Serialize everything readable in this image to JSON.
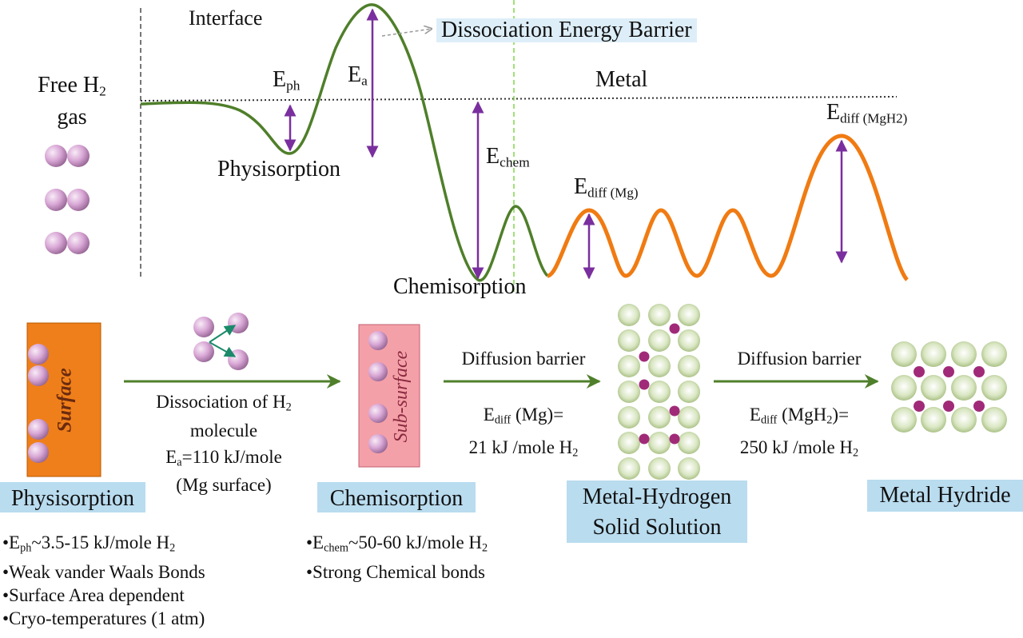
{
  "top": {
    "free_gas": "Free H",
    "free_gas_sub": "2",
    "gas": "gas",
    "interface": "Interface",
    "dissociation_barrier": "Dissociation Energy Barrier",
    "metal": "Metal",
    "e_ph": "E",
    "e_ph_sub": "ph",
    "e_a": "E",
    "e_a_sub": "a",
    "physisorption": "Physisorption",
    "e_chem": "E",
    "e_chem_sub": "chem",
    "e_diff_mg": "E",
    "e_diff_mg_sub": "diff (Mg)",
    "e_diff_mgh2": "E",
    "e_diff_mgh2_sub": "diff (MgH2)",
    "chemisorption": "Chemisorption"
  },
  "bottom": {
    "surface": "Surface",
    "sub_surface": "Sub-surface",
    "dissoc_line1_a": "Dissociation of H",
    "dissoc_line1_sub": "2",
    "dissoc_line2": "molecule",
    "dissoc_line3_a": "E",
    "dissoc_line3_sub": "a",
    "dissoc_line3_b": "=110 kJ/mole",
    "dissoc_line4": "(Mg surface)",
    "diff1_title": "Diffusion barrier",
    "diff1_e": "E",
    "diff1_e_sub": "diff",
    "diff1_e_b": " (Mg)=",
    "diff1_val_a": "21 kJ /mole H",
    "diff1_val_sub": "2",
    "diff2_title": "Diffusion barrier",
    "diff2_e": "E",
    "diff2_e_sub": "diff",
    "diff2_e_b": " (MgH",
    "diff2_e_sub2": "2",
    "diff2_e_c": ")=",
    "diff2_val_a": "250 kJ /mole H",
    "diff2_val_sub": "2",
    "label_physisorption": "Physisorption",
    "label_chemisorption": "Chemisorption",
    "label_solid_solution_1": "Metal-Hydrogen",
    "label_solid_solution_2": "Solid Solution",
    "label_metal_hydride": "Metal Hydride"
  },
  "physisorption_bullets": {
    "b1_a": "•E",
    "b1_sub": "ph",
    "b1_b": "~3.5-15 kJ/mole H",
    "b1_sub2": "2",
    "b2": "•Weak vander Waals Bonds",
    "b3": "•Surface Area dependent",
    "b4": "•Cryo-temperatures (1 atm)"
  },
  "chemisorption_bullets": {
    "b1_a": "•E",
    "b1_sub": "chem",
    "b1_b": "~50-60 kJ/mole H",
    "b1_sub2": "2",
    "b2": "•Strong Chemical bonds"
  },
  "colors": {
    "green_curve": "#4f7f2a",
    "orange_curve": "#f07b12",
    "arrow_purple": "#7a2f9e",
    "label_bg": "#b9dcef",
    "surface_orange": "#ef7f1a",
    "subsurface_pink": "#f4a0a8",
    "molecule_pink": "#d9a7d6",
    "metal_green": "#b5cc92",
    "hydrogen_dot": "#a02a78"
  }
}
